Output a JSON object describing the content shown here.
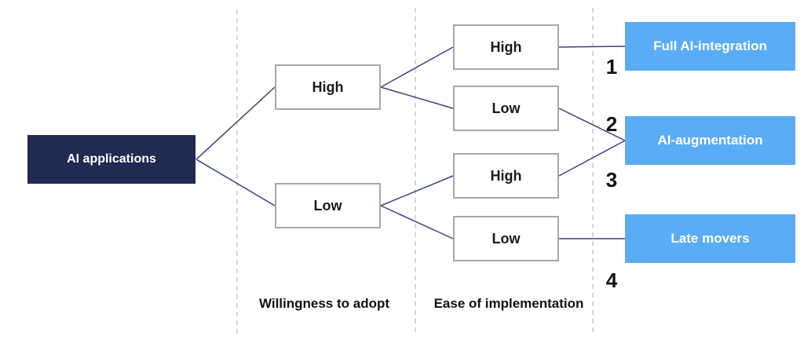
{
  "root_label": "AI applications",
  "level1_nodes": [
    {
      "label": "High"
    },
    {
      "label": "Low"
    }
  ],
  "level2_nodes": [
    {
      "label": "High"
    },
    {
      "label": "Low"
    },
    {
      "label": "High"
    },
    {
      "label": "Low"
    }
  ],
  "outcomes": [
    {
      "label": "Full AI-integration"
    },
    {
      "label": "AI-augmentation"
    },
    {
      "label": "Late movers"
    }
  ],
  "path_numbers": [
    "1",
    "2",
    "3",
    "4"
  ],
  "axis_labels": {
    "willingness": "Willingness to adopt",
    "ease": "Ease of implementation"
  },
  "colors": {
    "root_bg": "#202A52",
    "root_text": "#FFFFFF",
    "outcome_bg": "#5AACF5",
    "outcome_text": "#FFFFFF",
    "node_border": "#A8A8A8",
    "node_text": "#1A1A1A",
    "connector": "#3B4575",
    "guide": "#C9C9C9",
    "number_text": "#111111",
    "axis_text": "#111111"
  }
}
